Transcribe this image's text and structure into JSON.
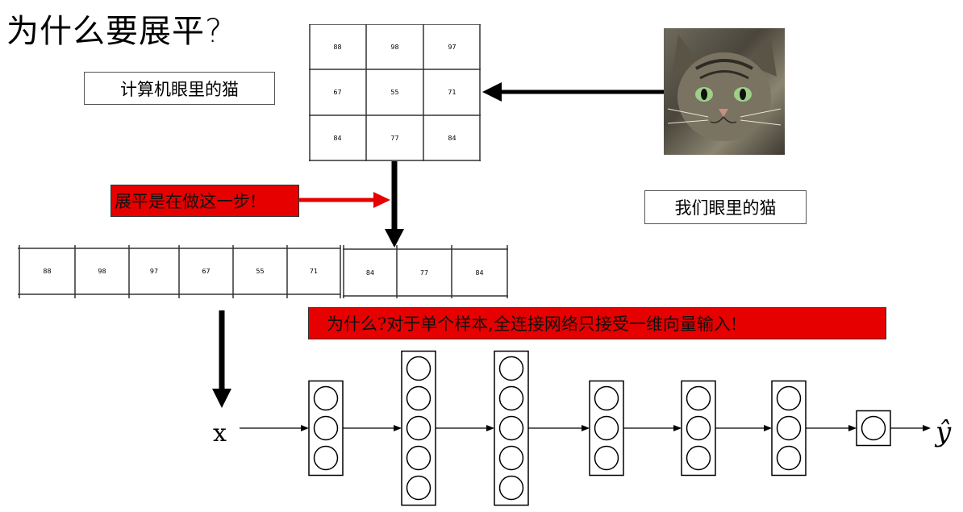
{
  "title": "为什么要展平?",
  "labels": {
    "computer_cat": "计算机眼里的猫",
    "our_cat": "我们眼里的猫",
    "flatten_note": "展平是在做这一步!",
    "why_note": "为什么?对于单个样本,全连接网络只接受一维向量输入!",
    "x": "x",
    "yhat": "ŷ"
  },
  "matrix": [
    [
      "88",
      "98",
      "97"
    ],
    [
      "67",
      "55",
      "71"
    ],
    [
      "84",
      "77",
      "84"
    ]
  ],
  "flat_vector": [
    "88",
    "98",
    "97",
    "67",
    "55",
    "71",
    "84",
    "77",
    "84"
  ],
  "network_layers": [
    3,
    5,
    5,
    3,
    3,
    3,
    1
  ],
  "colors": {
    "red": "#e60000",
    "arrow": "#000000",
    "red_arrow": "#e60000"
  }
}
